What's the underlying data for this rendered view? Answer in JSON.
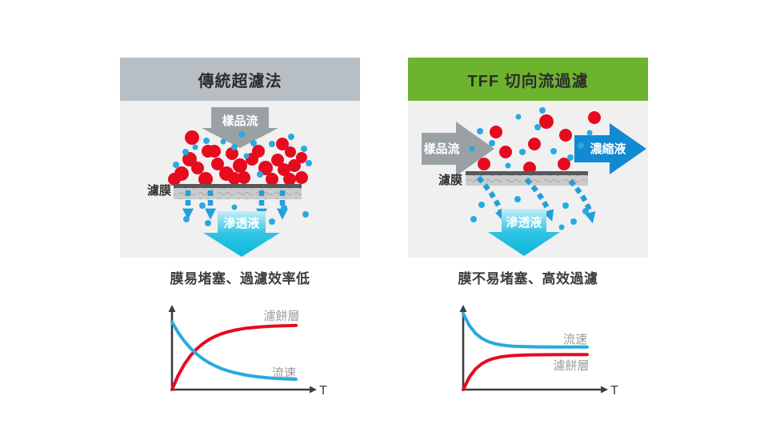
{
  "colors": {
    "header_gray": "#b7bfc4",
    "header_green": "#6db32d",
    "panel_background": "#f0f0f0",
    "particle_red": "#e60b1e",
    "particle_blue": "#29a9e1",
    "concentrate_blue": "#1289d3",
    "permeate_cyan": "#0cb9dc",
    "sample_arrow_gray": "#9aa1a5",
    "chart_label_gray": "#9c9c9c"
  },
  "left_panel": {
    "title": "傳統超濾法",
    "sample_flow_label": "樣品流",
    "membrane_label": "濾膜",
    "permeate_label": "滲透液",
    "caption": "膜易堵塞、過濾效率低"
  },
  "right_panel": {
    "title": "TFF 切向流過濾",
    "sample_flow_label": "樣品流",
    "membrane_label": "濾膜",
    "concentrate_label": "濃縮液",
    "permeate_label": "滲透液",
    "caption": "膜不易堵塞、高效過濾"
  },
  "chart_data": [
    {
      "type": "line",
      "panel": "traditional-ultrafiltration",
      "xlabel": "T",
      "x_range": [
        0,
        1
      ],
      "y_range": [
        0,
        1
      ],
      "grid": false,
      "legend_position": "inline-right",
      "series": [
        {
          "name": "濾餅層",
          "color": "#e60b1e",
          "trend": "rises steeply then saturates high",
          "points": [
            [
              0,
              0
            ],
            [
              0.05,
              0.188
            ],
            [
              0.1,
              0.334
            ],
            [
              0.15,
              0.448
            ],
            [
              0.2,
              0.537
            ],
            [
              0.25,
              0.606
            ],
            [
              0.3,
              0.66
            ],
            [
              0.35,
              0.702
            ],
            [
              0.4,
              0.735
            ],
            [
              0.45,
              0.76
            ],
            [
              0.5,
              0.78
            ],
            [
              0.6,
              0.808
            ],
            [
              0.7,
              0.824
            ],
            [
              0.8,
              0.834
            ],
            [
              0.9,
              0.84
            ],
            [
              1,
              0.844
            ]
          ]
        },
        {
          "name": "流速",
          "color": "#29a9e1",
          "trend": "starts high, decays to low plateau",
          "points": [
            [
              0,
              0.89
            ],
            [
              0.05,
              0.75
            ],
            [
              0.1,
              0.636
            ],
            [
              0.15,
              0.543
            ],
            [
              0.2,
              0.466
            ],
            [
              0.25,
              0.403
            ],
            [
              0.3,
              0.352
            ],
            [
              0.35,
              0.31
            ],
            [
              0.4,
              0.275
            ],
            [
              0.45,
              0.247
            ],
            [
              0.5,
              0.224
            ],
            [
              0.6,
              0.19
            ],
            [
              0.7,
              0.167
            ],
            [
              0.8,
              0.152
            ],
            [
              0.9,
              0.142
            ],
            [
              1,
              0.136
            ]
          ]
        }
      ]
    },
    {
      "type": "line",
      "panel": "tff-tangential-flow",
      "xlabel": "T",
      "x_range": [
        0,
        1
      ],
      "y_range": [
        0,
        1
      ],
      "grid": false,
      "legend_position": "inline-right",
      "series": [
        {
          "name": "流速",
          "color": "#29a9e1",
          "trend": "starts high, quickly stabilizes at mid level",
          "points": [
            [
              0,
              1
            ],
            [
              0.05,
              0.841
            ],
            [
              0.1,
              0.739
            ],
            [
              0.15,
              0.674
            ],
            [
              0.2,
              0.633
            ],
            [
              0.25,
              0.606
            ],
            [
              0.3,
              0.59
            ],
            [
              0.35,
              0.579
            ],
            [
              0.4,
              0.572
            ],
            [
              0.5,
              0.565
            ],
            [
              0.6,
              0.562
            ],
            [
              0.7,
              0.561
            ],
            [
              0.8,
              0.56
            ],
            [
              0.9,
              0.56
            ],
            [
              1,
              0.56
            ]
          ]
        },
        {
          "name": "濾餅層",
          "color": "#e60b1e",
          "trend": "rises quickly then stabilizes just below flow rate",
          "points": [
            [
              0,
              0
            ],
            [
              0.05,
              0.166
            ],
            [
              0.1,
              0.273
            ],
            [
              0.15,
              0.341
            ],
            [
              0.2,
              0.384
            ],
            [
              0.25,
              0.412
            ],
            [
              0.3,
              0.429
            ],
            [
              0.35,
              0.44
            ],
            [
              0.4,
              0.447
            ],
            [
              0.5,
              0.455
            ],
            [
              0.6,
              0.458
            ],
            [
              0.7,
              0.459
            ],
            [
              0.8,
              0.46
            ],
            [
              0.9,
              0.46
            ],
            [
              1,
              0.46
            ]
          ]
        }
      ]
    }
  ]
}
